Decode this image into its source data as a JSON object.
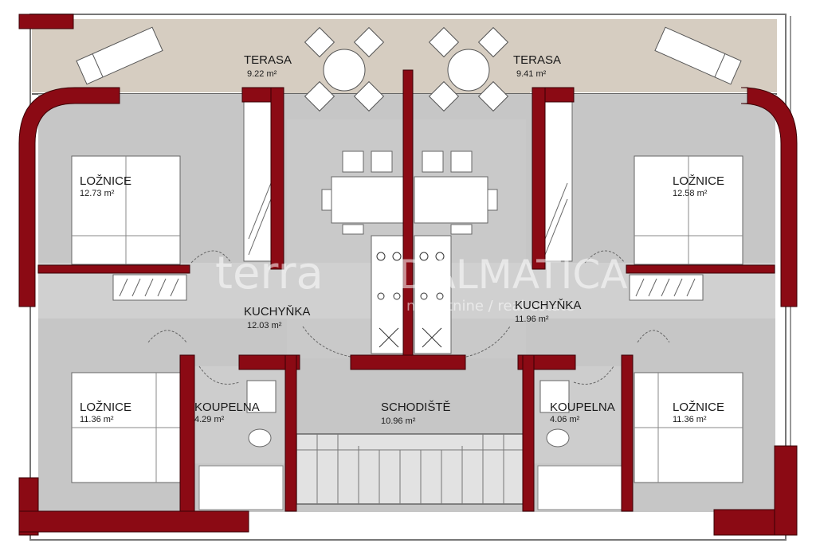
{
  "colors": {
    "wall": "#8b0a14",
    "terrace": "#d6cdc1",
    "floor": "#c6c6c6",
    "furniture": "#ffffff",
    "outline": "#555555"
  },
  "watermark": {
    "brand": "terra DALMATICA",
    "tagline": "nekretnine / real estate",
    "brand_part1": "terra",
    "brand_part2": "DALMATICA"
  },
  "rooms": {
    "terrace_left": {
      "name": "TERASA",
      "area": "9.22 m²"
    },
    "terrace_right": {
      "name": "TERASA",
      "area": "9.41 m²"
    },
    "bedroom_top_left": {
      "name": "LOŽNICE",
      "area": "12.73 m²"
    },
    "bedroom_top_right": {
      "name": "LOŽNICE",
      "area": "12.58 m²"
    },
    "kitchen_left": {
      "name": "KUCHYŇKA",
      "area": "12.03 m²"
    },
    "kitchen_right": {
      "name": "KUCHYŇKA",
      "area": "11.96 m²"
    },
    "bedroom_bottom_left": {
      "name": "LOŽNICE",
      "area": "11.36 m²"
    },
    "bathroom_left": {
      "name": "KOUPELNA",
      "area": "4.29 m²"
    },
    "staircase": {
      "name": "SCHODIŠTĚ",
      "area": "10.96 m²"
    },
    "bathroom_right": {
      "name": "KOUPELNA",
      "area": "4.06 m²"
    },
    "bedroom_bottom_right": {
      "name": "LOŽNICE",
      "area": "11.36 m²"
    }
  }
}
